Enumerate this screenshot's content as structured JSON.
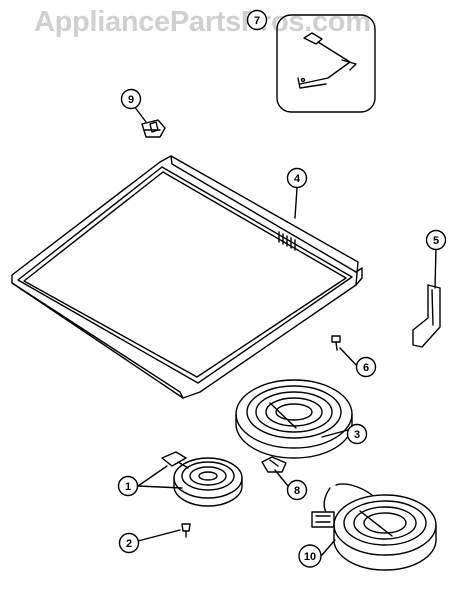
{
  "watermark": "AppliancePartsPros.com",
  "callouts": [
    {
      "id": "c1",
      "label": "1"
    },
    {
      "id": "c2",
      "label": "2"
    },
    {
      "id": "c3",
      "label": "3"
    },
    {
      "id": "c4",
      "label": "4"
    },
    {
      "id": "c5",
      "label": "5"
    },
    {
      "id": "c6",
      "label": "6"
    },
    {
      "id": "c7",
      "label": "7"
    },
    {
      "id": "c8",
      "label": "8"
    },
    {
      "id": "c9",
      "label": "9"
    },
    {
      "id": "c10",
      "label": "10"
    }
  ]
}
